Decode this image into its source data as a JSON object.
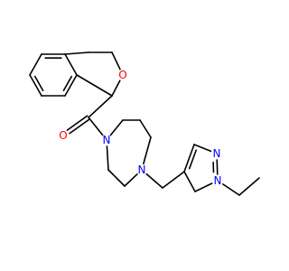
{
  "structure": {
    "atoms": [
      {
        "id": "O_carbonyl",
        "label": "O",
        "color": "#ff0000"
      },
      {
        "id": "O_ring",
        "label": "O",
        "color": "#ff0000"
      },
      {
        "id": "N_amide",
        "label": "N",
        "color": "#0000ff"
      },
      {
        "id": "N_amine",
        "label": "N",
        "color": "#0000ff"
      },
      {
        "id": "N_pyrazole_a",
        "label": "N",
        "color": "#0000ff"
      },
      {
        "id": "N_pyrazole_b",
        "label": "N",
        "color": "#0000ff"
      }
    ]
  },
  "colors": {
    "bond": "#000000",
    "background": "#ffffff",
    "oxygen": "#ff0000",
    "nitrogen": "#0000ff"
  }
}
